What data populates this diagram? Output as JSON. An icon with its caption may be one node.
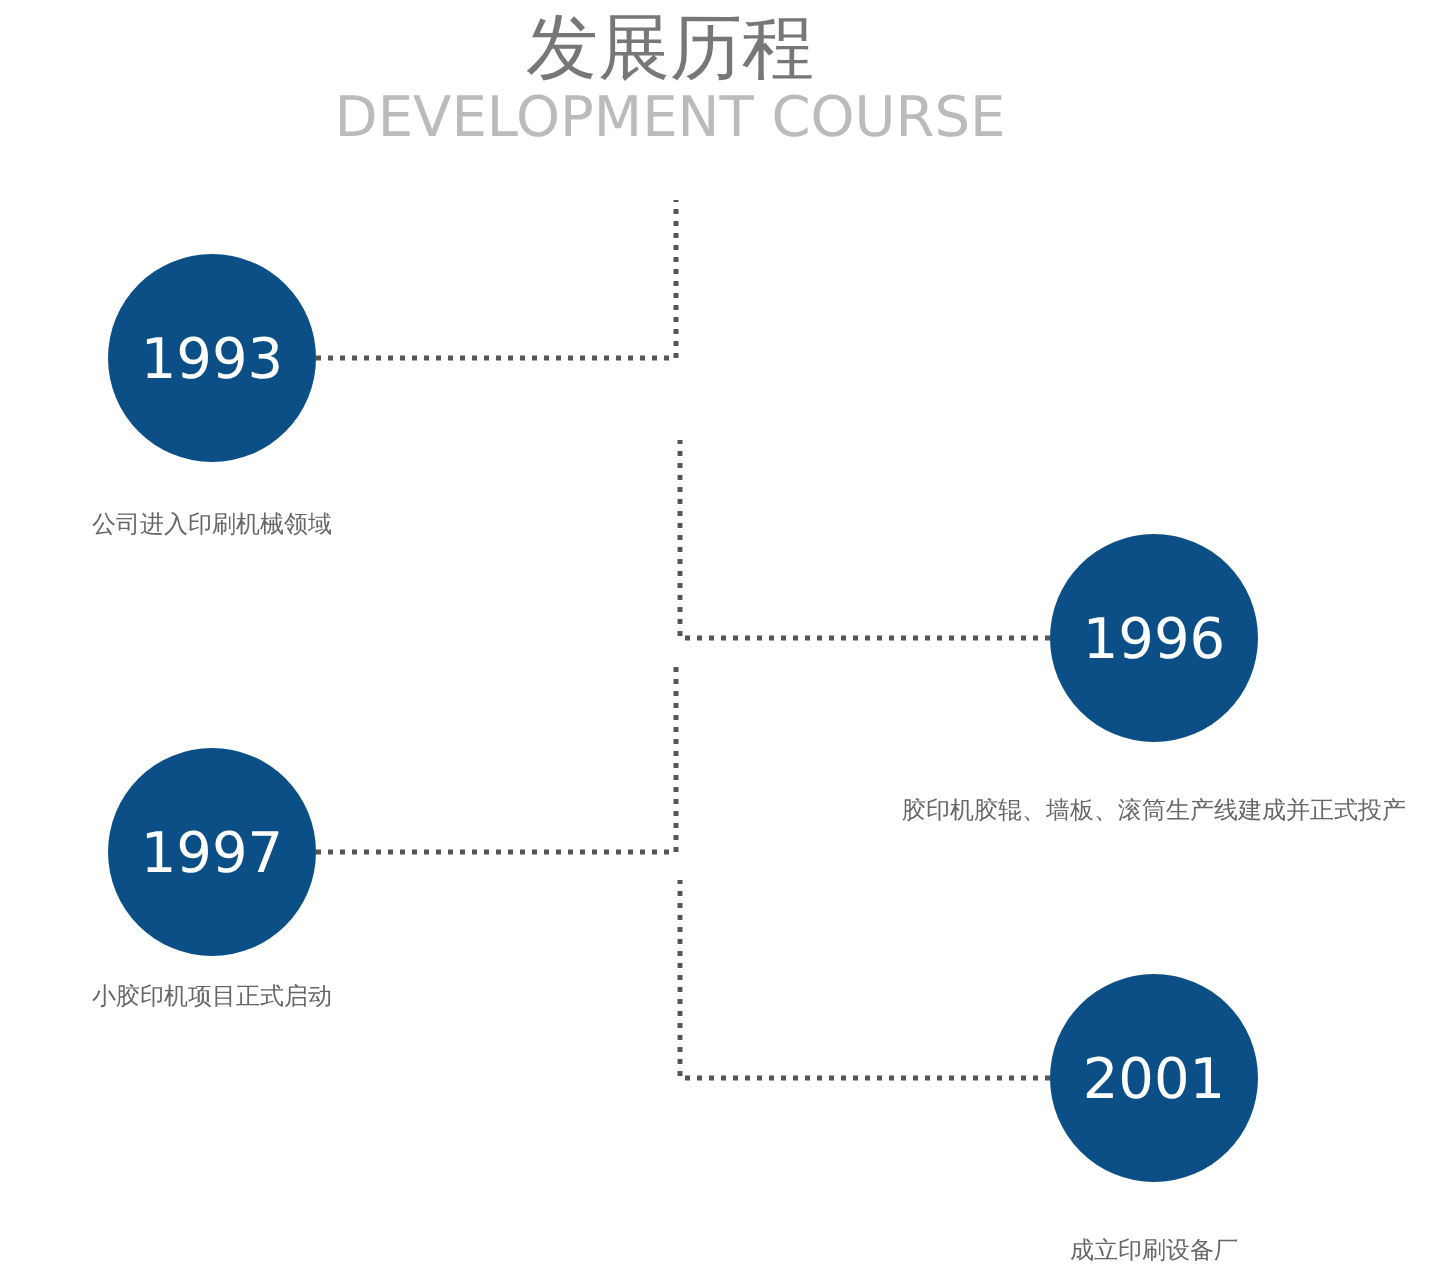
{
  "diagram": {
    "title": "发展历程",
    "nodes": [
      {
        "text": [
          "1993"
        ],
        "beside": [
          "公司进入印刷机械领域"
        ]
      },
      {
        "text": [
          "1996"
        ],
        "beside": [
          "胶印机胶辊、墙板、滚筒生产线建成并正式投产"
        ]
      },
      {
        "text": [
          "1997"
        ],
        "beside": [
          "小胶印机项目正式启动"
        ]
      },
      {
        "text": [
          "2001"
        ],
        "beside": [
          "成立印刷设备厂"
        ]
      }
    ],
    "edges": [
      {
        "from": 0,
        "to": null,
        "arrow": "none",
        "style": "dashed"
      },
      {
        "from": 1,
        "to": null,
        "arrow": "none",
        "style": "dashed"
      },
      {
        "from": 2,
        "to": null,
        "arrow": "none",
        "style": "dashed"
      },
      {
        "from": 3,
        "to": null,
        "arrow": "none",
        "style": "dashed"
      }
    ],
    "labels": [
      "DEVELOPMENT COURSE"
    ]
  }
}
